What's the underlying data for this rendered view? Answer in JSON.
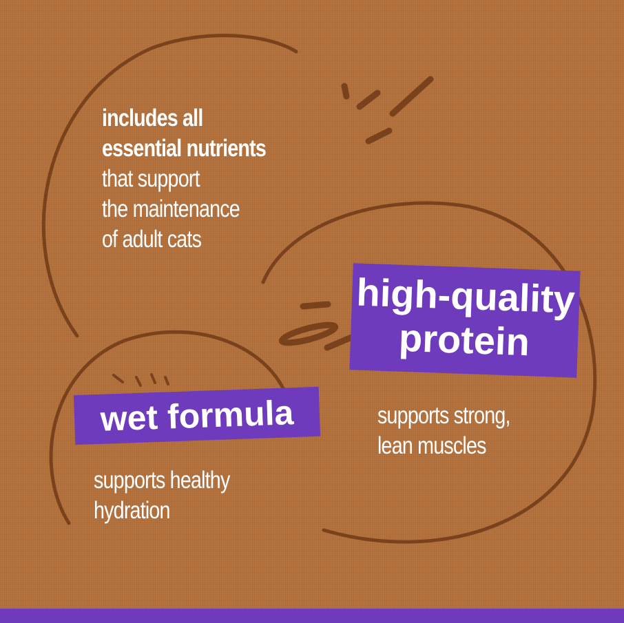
{
  "nutrients": {
    "bold_line1": "includes all",
    "bold_line2": "essential nutrients",
    "line3": "that support",
    "line4": "the maintenance",
    "line5": "of adult cats"
  },
  "protein": {
    "tag_line1": "high-quality",
    "tag_line2": "protein",
    "desc_line1": "supports strong,",
    "desc_line2": "lean muscles"
  },
  "wet": {
    "tag": "wet formula",
    "desc_line1": "supports healthy",
    "desc_line2": "hydration"
  },
  "colors": {
    "background": "#b3703b",
    "accent": "#6f3bbd",
    "line": "#7a421c"
  }
}
